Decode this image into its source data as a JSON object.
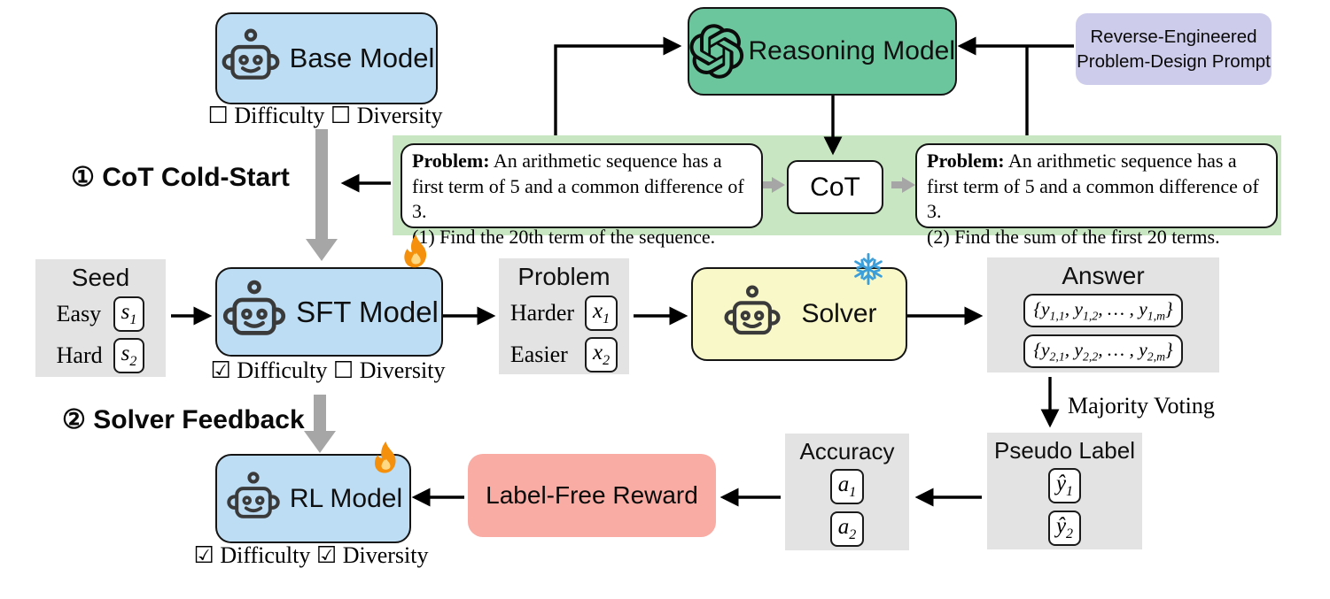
{
  "phase1": {
    "label": "① CoT Cold-Start"
  },
  "phase2": {
    "label": "② Solver Feedback"
  },
  "base_model": {
    "label": "Base Model",
    "checkline": "☐ Difficulty ☐ Diversity"
  },
  "reasoning_model": {
    "label": "Reasoning Model"
  },
  "prompt_card": {
    "line1": "Reverse-Engineered",
    "line2": "Problem-Design Prompt"
  },
  "cot": {
    "label": "CoT"
  },
  "problem_card_1": {
    "tag": "Problem:",
    "body": "An arithmetic sequence has a first term of 5 and a common difference of 3.",
    "item": "(1) Find the 20th term of the sequence."
  },
  "problem_card_2": {
    "tag": "Problem:",
    "body": "An arithmetic sequence has a first term of 5 and a common difference of 3.",
    "item": "(2) Find the sum of the first 20 terms."
  },
  "seed_panel": {
    "title": "Seed",
    "row1_label": "Easy",
    "row2_label": "Hard"
  },
  "sft_model": {
    "label": "SFT Model",
    "checkline": "☑ Difficulty ☐ Diversity"
  },
  "problem_panel": {
    "title": "Problem",
    "row1_label": "Harder",
    "row2_label": "Easier"
  },
  "solver": {
    "label": "Solver"
  },
  "answer_panel": {
    "title": "Answer"
  },
  "majority_voting_label": "Majority Voting",
  "pseudo_panel": {
    "title": "Pseudo Label"
  },
  "accuracy_panel": {
    "title": "Accuracy"
  },
  "reward": {
    "label": "Label-Free Reward"
  },
  "rl_model": {
    "label": "RL Model",
    "checkline": "☑ Difficulty ☑ Diversity"
  },
  "math": {
    "s1": [
      [
        "s",
        "1"
      ]
    ],
    "s2": [
      [
        "s",
        "2"
      ]
    ],
    "x1": [
      [
        "x",
        "1"
      ]
    ],
    "x2": [
      [
        "x",
        "2"
      ]
    ],
    "a1": [
      [
        "a",
        "1"
      ]
    ],
    "a2": [
      [
        "a",
        "2"
      ]
    ],
    "yhat1": [
      [
        "ŷ",
        "1"
      ]
    ],
    "yhat2": [
      [
        "ŷ",
        "2"
      ]
    ],
    "answer_set_1": [
      [
        "{",
        ""
      ],
      [
        "y",
        "1,1"
      ],
      [
        ", ",
        ""
      ],
      [
        "y",
        "1,2"
      ],
      [
        ", … , ",
        ""
      ],
      [
        "y",
        "1,m"
      ],
      [
        "}",
        ""
      ]
    ],
    "answer_set_2": [
      [
        "{",
        ""
      ],
      [
        "y",
        "2,1"
      ],
      [
        ", ",
        ""
      ],
      [
        "y",
        "2,2"
      ],
      [
        ", … , ",
        ""
      ],
      [
        "y",
        "2,m"
      ],
      [
        "}",
        ""
      ]
    ]
  },
  "icons": {
    "robot": "robot-icon",
    "openai": "openai-logo-icon",
    "flame": "flame-icon (trainable model)",
    "snowflake": "snowflake-icon (frozen model)"
  },
  "colors": {
    "model_blue": "#BDDDF4",
    "reasoning_green": "#6BC69D",
    "band_green": "#C9E6C2",
    "prompt_purple": "#CDCCEB",
    "solver_yellow": "#F9F8C9",
    "reward_salmon": "#F9ACA4",
    "panel_gray": "#E3E3E3",
    "arrow_gray": "#A6A6A6",
    "snowflake_blue": "#3D9FD9"
  }
}
